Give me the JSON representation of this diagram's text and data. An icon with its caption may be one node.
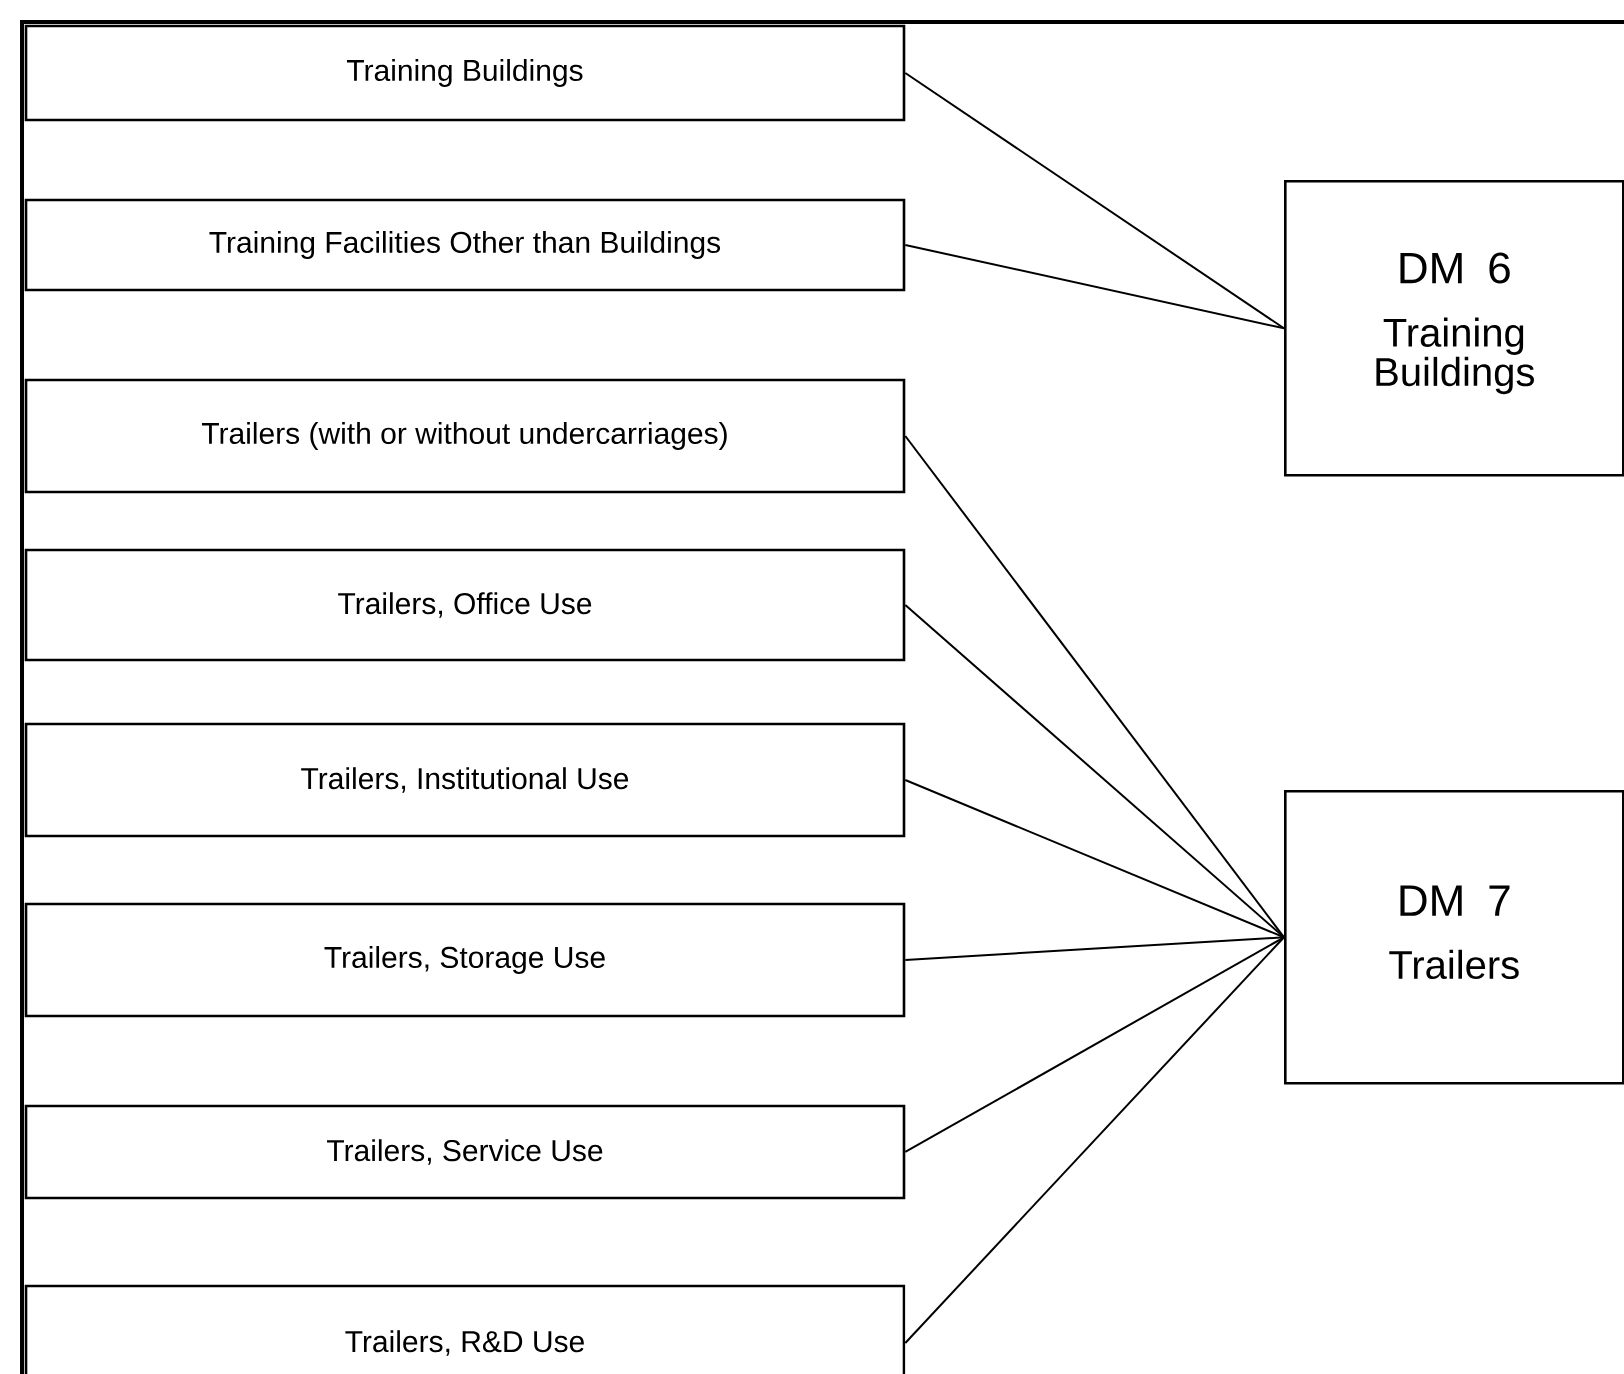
{
  "diagram": {
    "nodes": [
      {
        "text": [
          "Training Buildings"
        ]
      },
      {
        "text": [
          "Training Facilities Other than Buildings"
        ]
      },
      {
        "text": [
          "Trailers (with or without undercarriages)"
        ]
      },
      {
        "text": [
          "Trailers, Office Use"
        ]
      },
      {
        "text": [
          "Trailers, Institutional Use"
        ]
      },
      {
        "text": [
          "Trailers, Storage Use"
        ]
      },
      {
        "text": [
          "Trailers, Service Use"
        ]
      },
      {
        "text": [
          "Trailers, R&D Use"
        ]
      },
      {
        "text": [
          "DM 6",
          "Training Buildings"
        ]
      },
      {
        "text": [
          "DM 7",
          "Trailers"
        ]
      }
    ],
    "edges": [
      {
        "from": 0,
        "to": 8,
        "arrow": "none"
      },
      {
        "from": 1,
        "to": 8,
        "arrow": "none"
      },
      {
        "from": 2,
        "to": 9,
        "arrow": "none"
      },
      {
        "from": 3,
        "to": 9,
        "arrow": "none"
      },
      {
        "from": 4,
        "to": 9,
        "arrow": "none"
      },
      {
        "from": 5,
        "to": 9,
        "arrow": "none"
      },
      {
        "from": 6,
        "to": 9,
        "arrow": "none"
      },
      {
        "from": 7,
        "to": 9,
        "arrow": "none"
      }
    ]
  }
}
